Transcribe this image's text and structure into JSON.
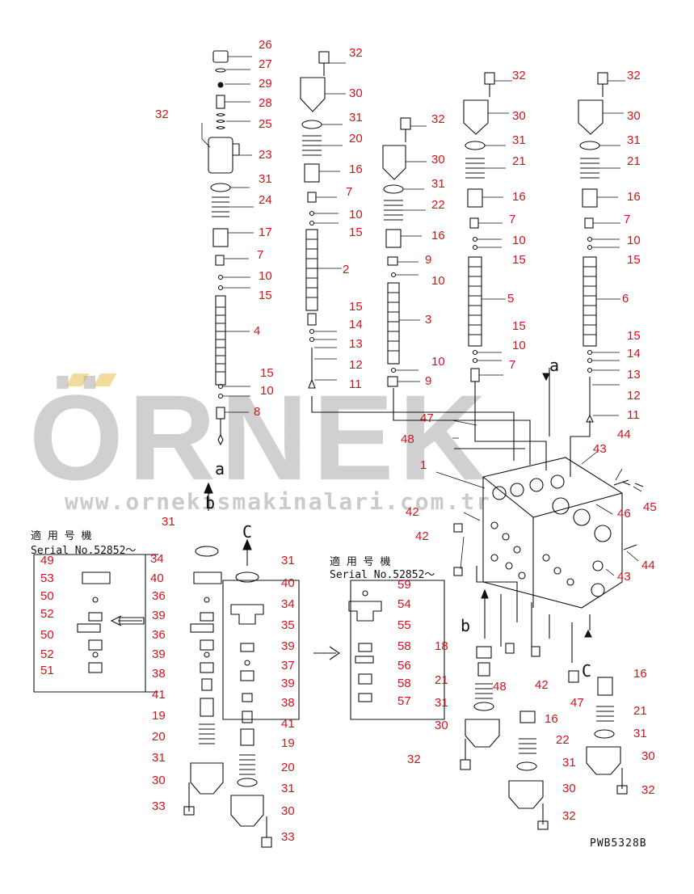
{
  "watermark": {
    "brand": "ÖRNEK",
    "url": "www.ornekismakinalari.com.tr",
    "umlaut_color": "#e8c45a"
  },
  "colors": {
    "callout": "#d0141c",
    "line": "#111111",
    "watermark": "#aaaaaa"
  },
  "serial_note_left": {
    "line1": "適 用 号 機",
    "line2": "Serial No.52852～"
  },
  "serial_note_right": {
    "line1": "適 用 号 機",
    "line2": "Serial No.52852～"
  },
  "letters": {
    "a_top": "a",
    "a_right": "a",
    "b_top": "b",
    "b_bottom": "b",
    "c_top": "C",
    "c_bottom": "C"
  },
  "drawing_code": "PWB5328B",
  "callouts": [
    "26",
    "27",
    "29",
    "28",
    "25",
    "32",
    "23",
    "31",
    "24",
    "17",
    "7",
    "10",
    "15",
    "4",
    "15",
    "10",
    "8",
    "32",
    "30",
    "31",
    "20",
    "16",
    "7",
    "10",
    "15",
    "2",
    "15",
    "14",
    "13",
    "12",
    "11",
    "32",
    "30",
    "31",
    "22",
    "16",
    "9",
    "10",
    "3",
    "10",
    "9",
    "32",
    "30",
    "31",
    "21",
    "16",
    "7",
    "10",
    "15",
    "5",
    "15",
    "10",
    "7",
    "32",
    "30",
    "31",
    "21",
    "16",
    "7",
    "10",
    "15",
    "6",
    "15",
    "14",
    "13",
    "12",
    "11",
    "47",
    "48",
    "1",
    "43",
    "44",
    "45",
    "46",
    "42",
    "42",
    "44",
    "43",
    "31",
    "49",
    "53",
    "50",
    "52",
    "50",
    "52",
    "51",
    "34",
    "40",
    "36",
    "39",
    "36",
    "39",
    "38",
    "41",
    "19",
    "20",
    "31",
    "30",
    "33",
    "31",
    "40",
    "34",
    "35",
    "39",
    "37",
    "39",
    "38",
    "41",
    "19",
    "20",
    "31",
    "30",
    "33",
    "59",
    "54",
    "55",
    "58",
    "56",
    "58",
    "57",
    "18",
    "48",
    "21",
    "31",
    "30",
    "32",
    "42",
    "16",
    "22",
    "31",
    "30",
    "32",
    "47",
    "16",
    "21",
    "31",
    "30",
    "32"
  ]
}
